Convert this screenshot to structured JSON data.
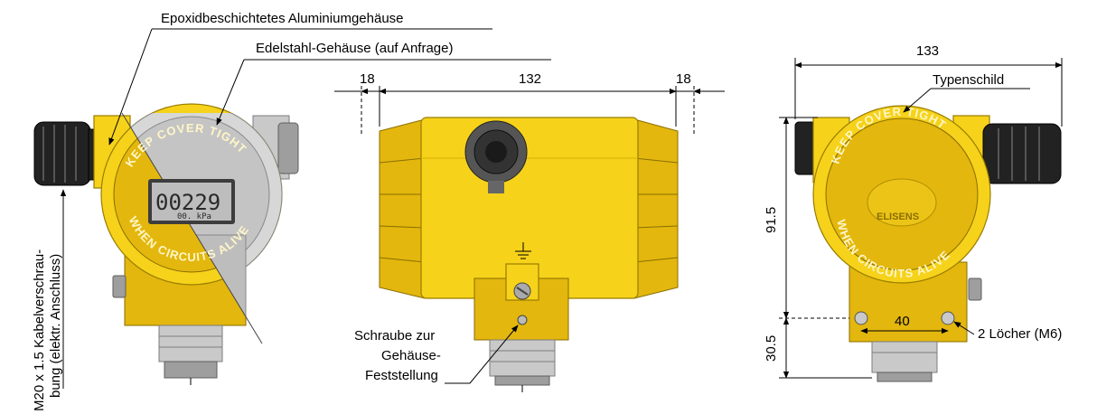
{
  "labels": {
    "epoxy_housing": "Epoxidbeschichtetes Aluminiumgehäuse",
    "steel_housing": "Edelstahl-Gehäuse (auf Anfrage)",
    "cable_gland_line1": "M20 x 1.5 Kabelverschrau-",
    "cable_gland_line2": "bung (elektr. Anschluss)",
    "screw_line1": "Schraube zur",
    "screw_line2": "Gehäuse-",
    "screw_line3": "Feststellung",
    "typenschild": "Typenschild",
    "holes": "2 Löcher (M6)"
  },
  "dimensions": {
    "left_clearance": "18",
    "body_length": "132",
    "right_clearance": "18",
    "total_width": "133",
    "body_height": "91.5",
    "base_height": "30.5",
    "hole_spacing": "40"
  },
  "device_markings": {
    "cover_text_top": "KEEP COVER TIGHT",
    "cover_text_bottom": "WHEN CIRCUITS ALIVE",
    "lcd_value": "00229",
    "lcd_unit": "00.  kPa",
    "brand": "ELISENS",
    "colors": {
      "housing": "#f6d21a",
      "steel": "#c9c9c9",
      "gland": "#222222"
    }
  }
}
